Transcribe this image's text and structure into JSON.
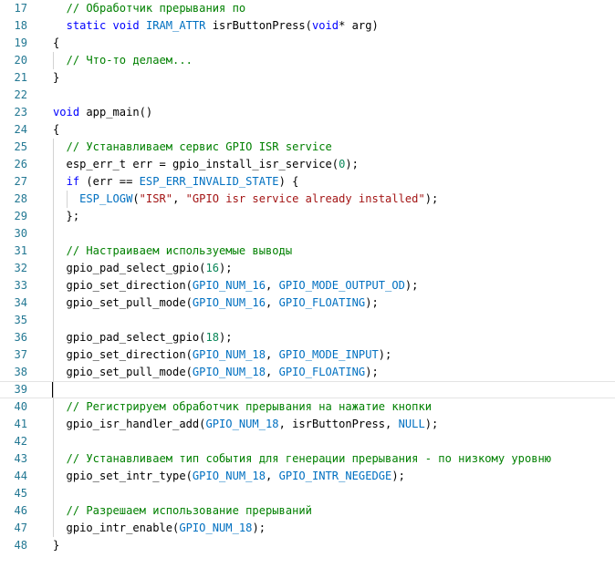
{
  "editor": {
    "lines": [
      {
        "n": "17",
        "tokens": [
          {
            "t": "  "
          },
          {
            "c": "cm",
            "t": "// Обработчик прерывания по"
          }
        ]
      },
      {
        "n": "18",
        "tokens": [
          {
            "t": "  "
          },
          {
            "c": "kw",
            "t": "static"
          },
          {
            "t": " "
          },
          {
            "c": "kw",
            "t": "void"
          },
          {
            "t": " "
          },
          {
            "c": "mac",
            "t": "IRAM_ATTR"
          },
          {
            "t": " isrButtonPress("
          },
          {
            "c": "kw",
            "t": "void"
          },
          {
            "t": "* arg)"
          }
        ]
      },
      {
        "n": "19",
        "tokens": [
          {
            "t": "{"
          }
        ]
      },
      {
        "n": "20",
        "tokens": [
          {
            "t": "  "
          },
          {
            "c": "cm",
            "t": "// Что-то делаем..."
          }
        ]
      },
      {
        "n": "21",
        "tokens": [
          {
            "t": "}"
          }
        ]
      },
      {
        "n": "22",
        "tokens": []
      },
      {
        "n": "23",
        "tokens": [
          {
            "c": "kw",
            "t": "void"
          },
          {
            "t": " app_main()"
          }
        ]
      },
      {
        "n": "24",
        "tokens": [
          {
            "t": "{"
          }
        ]
      },
      {
        "n": "25",
        "tokens": [
          {
            "t": "  "
          },
          {
            "c": "cm",
            "t": "// Устанавливаем сервис GPIO ISR service"
          }
        ]
      },
      {
        "n": "26",
        "tokens": [
          {
            "t": "  esp_err_t err = gpio_install_isr_service("
          },
          {
            "c": "num",
            "t": "0"
          },
          {
            "t": ");"
          }
        ]
      },
      {
        "n": "27",
        "tokens": [
          {
            "t": "  "
          },
          {
            "c": "kw",
            "t": "if"
          },
          {
            "t": " (err == "
          },
          {
            "c": "mac",
            "t": "ESP_ERR_INVALID_STATE"
          },
          {
            "t": ") {"
          }
        ]
      },
      {
        "n": "28",
        "tokens": [
          {
            "t": "    "
          },
          {
            "c": "mac",
            "t": "ESP_LOGW"
          },
          {
            "t": "("
          },
          {
            "c": "str",
            "t": "\"ISR\""
          },
          {
            "t": ", "
          },
          {
            "c": "str",
            "t": "\"GPIO isr service already installed\""
          },
          {
            "t": ");"
          }
        ]
      },
      {
        "n": "29",
        "tokens": [
          {
            "t": "  };"
          }
        ]
      },
      {
        "n": "30",
        "tokens": []
      },
      {
        "n": "31",
        "tokens": [
          {
            "t": "  "
          },
          {
            "c": "cm",
            "t": "// Настраиваем используемые выводы"
          }
        ]
      },
      {
        "n": "32",
        "tokens": [
          {
            "t": "  gpio_pad_select_gpio("
          },
          {
            "c": "num",
            "t": "16"
          },
          {
            "t": ");"
          }
        ]
      },
      {
        "n": "33",
        "tokens": [
          {
            "t": "  gpio_set_direction("
          },
          {
            "c": "mac",
            "t": "GPIO_NUM_16"
          },
          {
            "t": ", "
          },
          {
            "c": "mac",
            "t": "GPIO_MODE_OUTPUT_OD"
          },
          {
            "t": ");"
          }
        ]
      },
      {
        "n": "34",
        "tokens": [
          {
            "t": "  gpio_set_pull_mode("
          },
          {
            "c": "mac",
            "t": "GPIO_NUM_16"
          },
          {
            "t": ", "
          },
          {
            "c": "mac",
            "t": "GPIO_FLOATING"
          },
          {
            "t": ");"
          }
        ]
      },
      {
        "n": "35",
        "tokens": []
      },
      {
        "n": "36",
        "tokens": [
          {
            "t": "  gpio_pad_select_gpio("
          },
          {
            "c": "num",
            "t": "18"
          },
          {
            "t": ");"
          }
        ]
      },
      {
        "n": "37",
        "tokens": [
          {
            "t": "  gpio_set_direction("
          },
          {
            "c": "mac",
            "t": "GPIO_NUM_18"
          },
          {
            "t": ", "
          },
          {
            "c": "mac",
            "t": "GPIO_MODE_INPUT"
          },
          {
            "t": ");"
          }
        ]
      },
      {
        "n": "38",
        "tokens": [
          {
            "t": "  gpio_set_pull_mode("
          },
          {
            "c": "mac",
            "t": "GPIO_NUM_18"
          },
          {
            "t": ", "
          },
          {
            "c": "mac",
            "t": "GPIO_FLOATING"
          },
          {
            "t": ");"
          }
        ]
      },
      {
        "n": "39",
        "tokens": [],
        "current": true
      },
      {
        "n": "40",
        "tokens": [
          {
            "t": "  "
          },
          {
            "c": "cm",
            "t": "// Регистрируем обработчик прерывания на нажатие кнопки"
          }
        ]
      },
      {
        "n": "41",
        "tokens": [
          {
            "t": "  gpio_isr_handler_add("
          },
          {
            "c": "mac",
            "t": "GPIO_NUM_18"
          },
          {
            "t": ", isrButtonPress, "
          },
          {
            "c": "mac",
            "t": "NULL"
          },
          {
            "t": ");"
          }
        ]
      },
      {
        "n": "42",
        "tokens": []
      },
      {
        "n": "43",
        "tokens": [
          {
            "t": "  "
          },
          {
            "c": "cm",
            "t": "// Устанавливаем тип события для генерации прерывания - по низкому уровню"
          }
        ]
      },
      {
        "n": "44",
        "tokens": [
          {
            "t": "  gpio_set_intr_type("
          },
          {
            "c": "mac",
            "t": "GPIO_NUM_18"
          },
          {
            "t": ", "
          },
          {
            "c": "mac",
            "t": "GPIO_INTR_NEGEDGE"
          },
          {
            "t": ");"
          }
        ]
      },
      {
        "n": "45",
        "tokens": []
      },
      {
        "n": "46",
        "tokens": [
          {
            "t": "  "
          },
          {
            "c": "cm",
            "t": "// Разрешаем использование прерываний"
          }
        ]
      },
      {
        "n": "47",
        "tokens": [
          {
            "t": "  gpio_intr_enable("
          },
          {
            "c": "mac",
            "t": "GPIO_NUM_18"
          },
          {
            "t": ");"
          }
        ]
      },
      {
        "n": "48",
        "tokens": [
          {
            "t": "}"
          }
        ]
      }
    ],
    "colors": {
      "keyword": "#0000ff",
      "comment": "#008000",
      "number": "#098658",
      "string": "#a31515",
      "macro": "#0070c1",
      "line_number": "#237893"
    }
  }
}
